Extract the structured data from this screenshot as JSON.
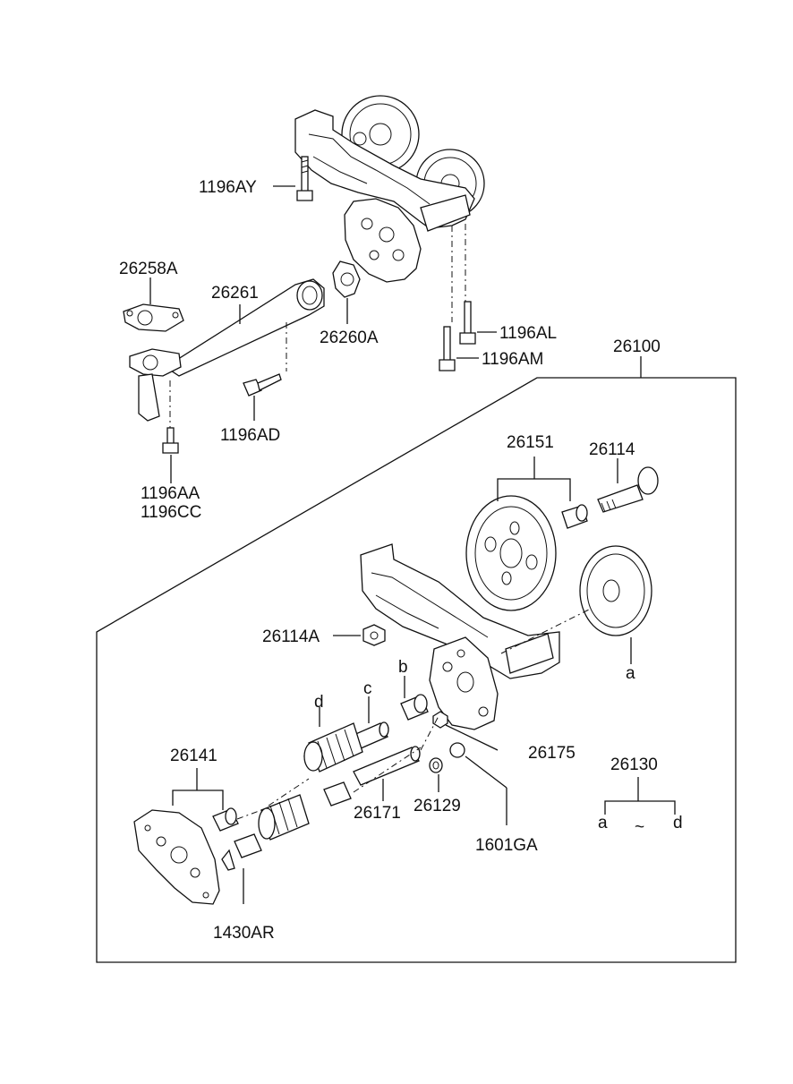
{
  "diagram": {
    "labels": {
      "p1196AY": "1196AY",
      "p26258A": "26258A",
      "p26261": "26261",
      "p26260A": "26260A",
      "p1196AL": "1196AL",
      "p1196AM": "1196AM",
      "p26100": "26100",
      "p1196AD": "1196AD",
      "p1196AA": "1196AA",
      "p1196CC": "1196CC",
      "p26151": "26151",
      "p26114": "26114",
      "p26114A": "26114A",
      "ref_a": "a",
      "ref_b": "b",
      "ref_c": "c",
      "ref_d": "d",
      "p26175": "26175",
      "p26141": "26141",
      "p26130": "26130",
      "range_a": "a",
      "range_tilde": "~",
      "range_d": "d",
      "p26171": "26171",
      "p26129": "26129",
      "p1601GA": "1601GA",
      "p1430AR": "1430AR"
    }
  }
}
